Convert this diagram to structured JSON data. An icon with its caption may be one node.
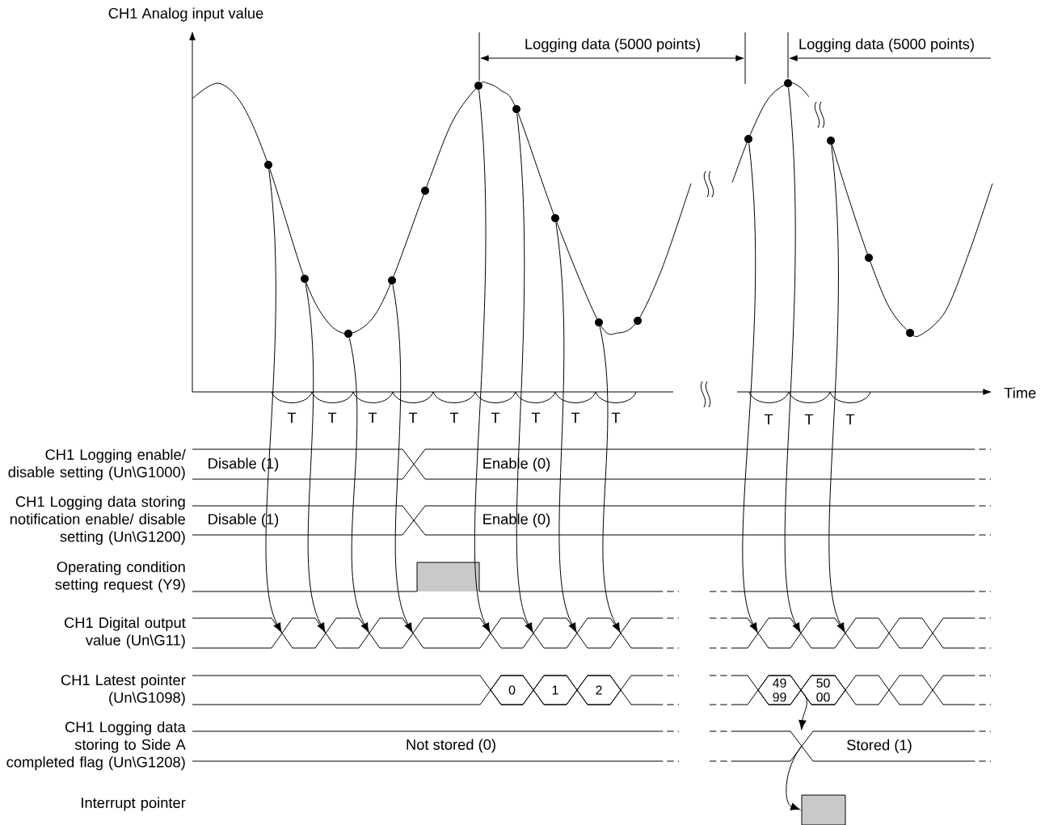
{
  "diagram": {
    "nodes": [
      {
        "text": [],
        "shape": "circle"
      },
      {
        "text": [],
        "shape": "circle"
      },
      {
        "text": [],
        "shape": "circle"
      },
      {
        "text": [],
        "shape": "circle"
      },
      {
        "text": [],
        "shape": "circle"
      },
      {
        "text": [],
        "shape": "circle"
      },
      {
        "text": [],
        "shape": "circle"
      },
      {
        "text": [],
        "shape": "circle"
      },
      {
        "text": [],
        "shape": "circle"
      },
      {
        "text": [],
        "shape": "circle"
      },
      {
        "text": [],
        "shape": "circle"
      },
      {
        "text": [],
        "shape": "circle"
      },
      {
        "text": [],
        "shape": "circle"
      },
      {
        "text": [],
        "shape": "circle"
      },
      {
        "text": [],
        "shape": "circle"
      },
      {
        "text": [
          "0"
        ]
      },
      {
        "text": [
          "1"
        ]
      },
      {
        "text": [
          "2"
        ]
      },
      {
        "text": [
          "49 99"
        ]
      },
      {
        "text": [
          "50 00"
        ]
      },
      {
        "text": [
          "Stored (1)"
        ]
      },
      {
        "text": [],
        "shape": "box"
      }
    ],
    "edges": [
      {
        "from": 0,
        "to": null,
        "arrow": "to"
      },
      {
        "from": 1,
        "to": null,
        "arrow": "to"
      },
      {
        "from": 2,
        "to": null,
        "arrow": "to"
      },
      {
        "from": 3,
        "to": null,
        "arrow": "to"
      },
      {
        "from": 5,
        "to": null,
        "arrow": "to"
      },
      {
        "from": 6,
        "to": null,
        "arrow": "to"
      },
      {
        "from": 7,
        "to": null,
        "arrow": "to"
      },
      {
        "from": 8,
        "to": null,
        "arrow": "to"
      },
      {
        "from": 10,
        "to": null,
        "arrow": "to"
      },
      {
        "from": 11,
        "to": null,
        "arrow": "to"
      },
      {
        "from": 12,
        "to": null,
        "arrow": "to"
      },
      {
        "from": 19,
        "to": 20,
        "arrow": "to"
      },
      {
        "from": 20,
        "to": 21,
        "arrow": "to"
      }
    ],
    "labels": [
      "CH1 Analog input value",
      "Logging data (5000 points)",
      "Logging data (5000 points)",
      "Time",
      "T",
      "T",
      "T",
      "T",
      "T",
      "T",
      "T",
      "T",
      "T",
      "T",
      "T",
      "T",
      "CH1 Logging enable/ disable setting (Un\\G1000)",
      "Disable (1)",
      "Enable (0)",
      "CH1 Logging data storing notification enable/ disable setting (Un\\G1200)",
      "Disable (1)",
      "Enable (0)",
      "Operating condition setting request (Y9)",
      "CH1 Digital output value (Un\\G11)",
      "CH1 Latest pointer (Un\\G1098)",
      "CH1 Logging data storing to Side A completed flag (Un\\G1208)",
      "Not stored (0)",
      "Interrupt pointer"
    ]
  }
}
